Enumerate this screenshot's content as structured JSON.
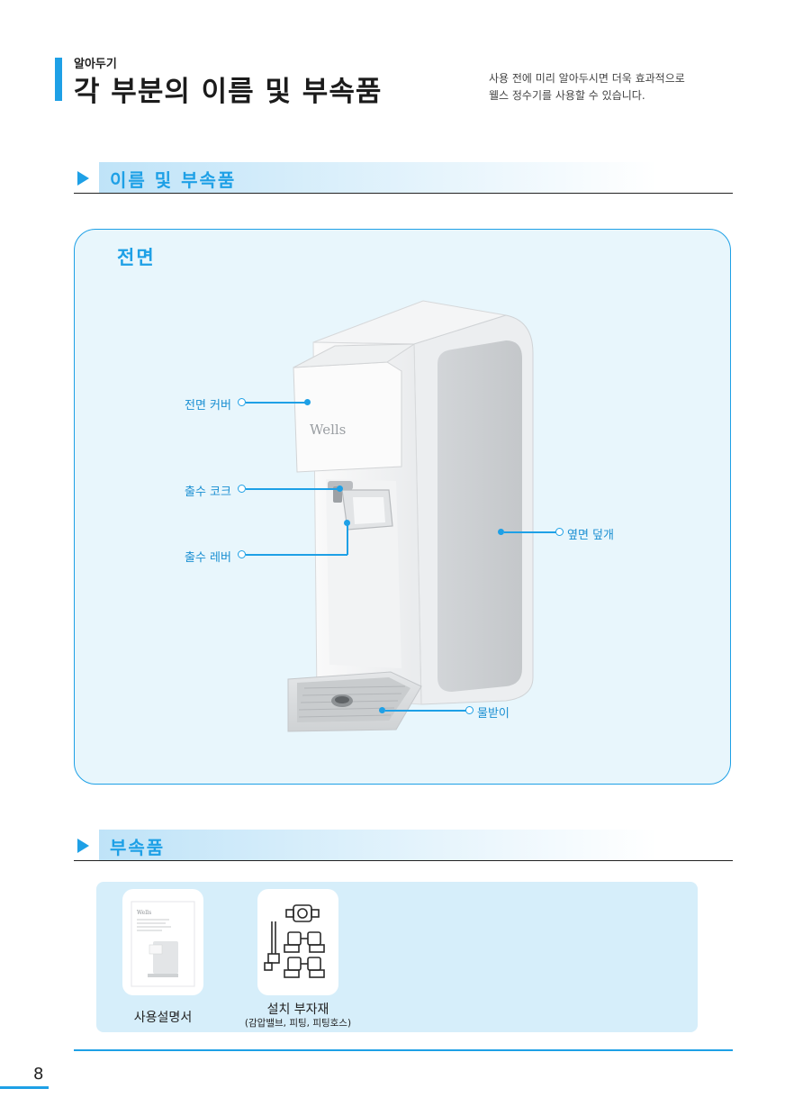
{
  "header": {
    "kicker": "알아두기",
    "title": "각 부분의 이름 및 부속품",
    "intro_line1": "사용 전에 미리 알아두시면 더욱 효과적으로",
    "intro_line2": "웰스 정수기를 사용할 수 있습니다."
  },
  "sections": {
    "names": "이름 및 부속품",
    "accessories": "부속품"
  },
  "front": {
    "title": "전면",
    "brand_logo": "Wells",
    "labels": {
      "front_cover": "전면 커버",
      "outlet_cock": "출수 코크",
      "outlet_lever": "출수 레버",
      "side_cover": "옆면 덮개",
      "drip_tray": "물받이"
    }
  },
  "accessories": {
    "manual_label": "사용설명서",
    "manual_brand": "Wells",
    "install_label": "설치 부자재",
    "install_sub": "(감압밸브, 피팅, 피팅호스)"
  },
  "page": {
    "number": "8"
  },
  "colors": {
    "accent": "#1ea0e6",
    "panel_bg": "#e8f6fc",
    "acc_bg": "#d6eefa"
  }
}
